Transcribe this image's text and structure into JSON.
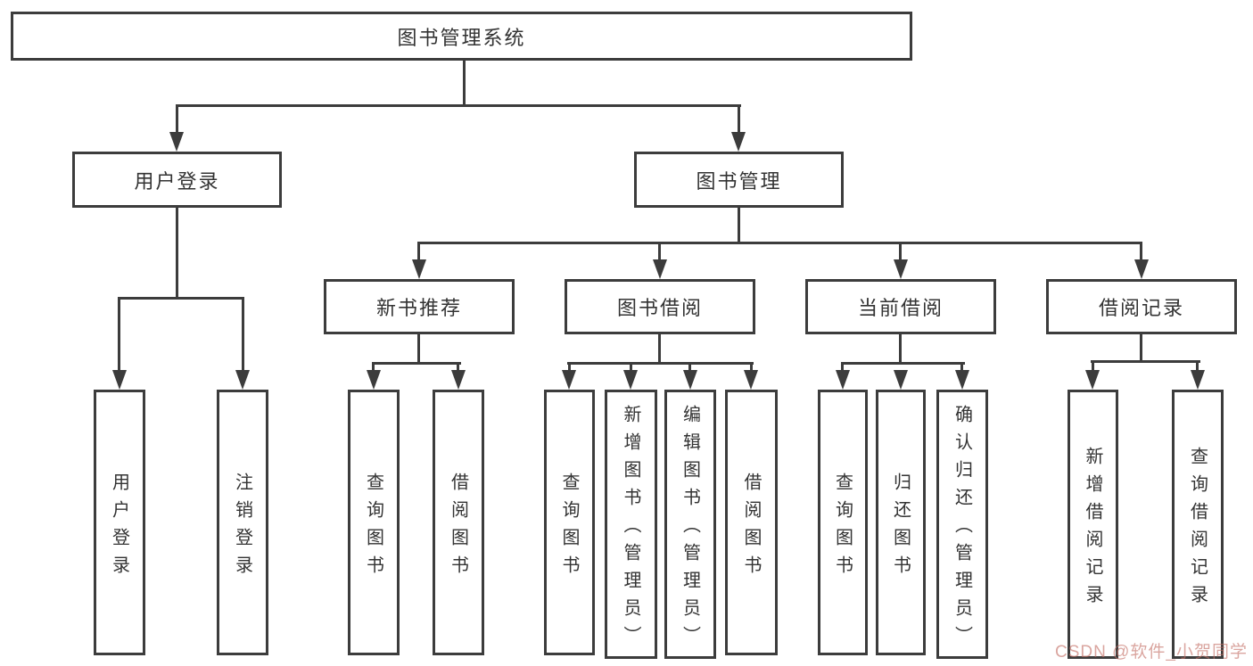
{
  "diagram": {
    "title": "图书管理系统",
    "root": {
      "label": "图书管理系统"
    },
    "branches": [
      {
        "label": "用户登录",
        "children": [
          {
            "label": "用户登录"
          },
          {
            "label": "注销登录"
          }
        ]
      },
      {
        "label": "图书管理",
        "children": [
          {
            "label": "新书推荐",
            "children": [
              {
                "label": "查询图书"
              },
              {
                "label": "借阅图书"
              }
            ]
          },
          {
            "label": "图书借阅",
            "children": [
              {
                "label": "查询图书"
              },
              {
                "label": "新增图书（管理员）"
              },
              {
                "label": "编辑图书（管理员）"
              },
              {
                "label": "借阅图书"
              }
            ]
          },
          {
            "label": "当前借阅",
            "children": [
              {
                "label": "查询图书"
              },
              {
                "label": "归还图书"
              },
              {
                "label": "确认归还（管理员）"
              }
            ]
          },
          {
            "label": "借阅记录",
            "children": [
              {
                "label": "新增借阅记录"
              },
              {
                "label": "查询借阅记录"
              }
            ]
          }
        ]
      }
    ]
  },
  "watermark": {
    "text": "CSDN @软件_小贺同学"
  },
  "colors": {
    "line": "#3c3c3c",
    "text": "#333333",
    "background": "#ffffff",
    "watermark": "rgba(196,110,100,0.62)"
  }
}
